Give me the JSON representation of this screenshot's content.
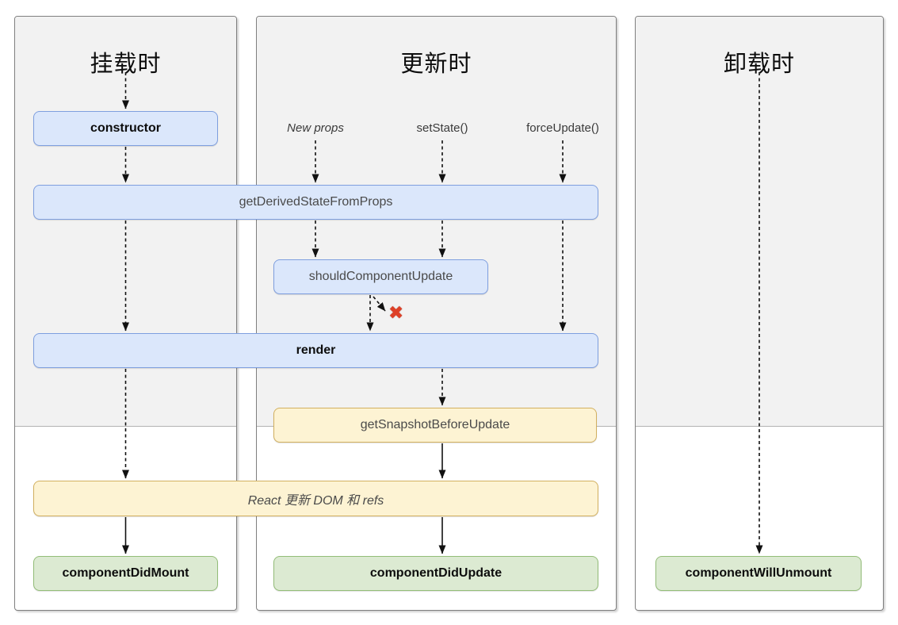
{
  "diagram": {
    "columns": {
      "mounting": {
        "title": "挂载时"
      },
      "updating": {
        "title": "更新时"
      },
      "unmounting": {
        "title": "卸载时"
      }
    },
    "triggers": {
      "new_props": "New props",
      "set_state": "setState()",
      "force_update": "forceUpdate()"
    },
    "boxes": {
      "constructor": "constructor",
      "get_derived_state_from_props": "getDerivedStateFromProps",
      "should_component_update": "shouldComponentUpdate",
      "render": "render",
      "get_snapshot_before_update": "getSnapshotBeforeUpdate",
      "react_dom_update": "React 更新 DOM 和 refs",
      "component_did_mount": "componentDidMount",
      "component_did_update": "componentDidUpdate",
      "component_will_unmount": "componentWillUnmount"
    },
    "icons": {
      "skip_update_x": "✖"
    },
    "colors": {
      "lifecycle_box_fill": "#dbe7fb",
      "lifecycle_box_border": "#7e9fdf",
      "side_effect_fill": "#fdf3d3",
      "side_effect_border": "#d2b05f",
      "commit_box_fill": "#dcead2",
      "commit_box_border": "#93bd78",
      "skip_x_red": "#de4027",
      "panel_shade_gray": "#f2f2f2",
      "arrow_black": "#111111"
    }
  }
}
